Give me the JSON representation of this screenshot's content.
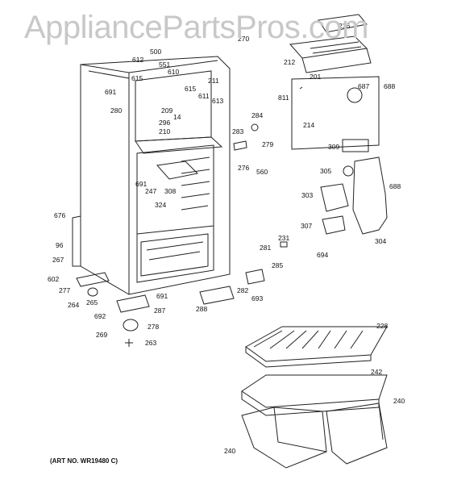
{
  "watermark": "AppliancePartsPros.com",
  "art_number": "(ART NO. WR19480 C)",
  "callouts": [
    "500",
    "612",
    "551",
    "615",
    "610",
    "691",
    "280",
    "209",
    "211",
    "615",
    "611",
    "613",
    "296",
    "14",
    "210",
    "284",
    "283",
    "279",
    "276",
    "560",
    "201",
    "687",
    "688",
    "811",
    "214",
    "212",
    "216",
    "270",
    "309",
    "305",
    "303",
    "307",
    "304",
    "688",
    "694",
    "281",
    "285",
    "231",
    "282",
    "693",
    "691",
    "247",
    "308",
    "324",
    "691",
    "676",
    "96",
    "267",
    "602",
    "277",
    "264",
    "265",
    "287",
    "692",
    "278",
    "269",
    "263",
    "288",
    "228",
    "242",
    "240",
    "240"
  ]
}
